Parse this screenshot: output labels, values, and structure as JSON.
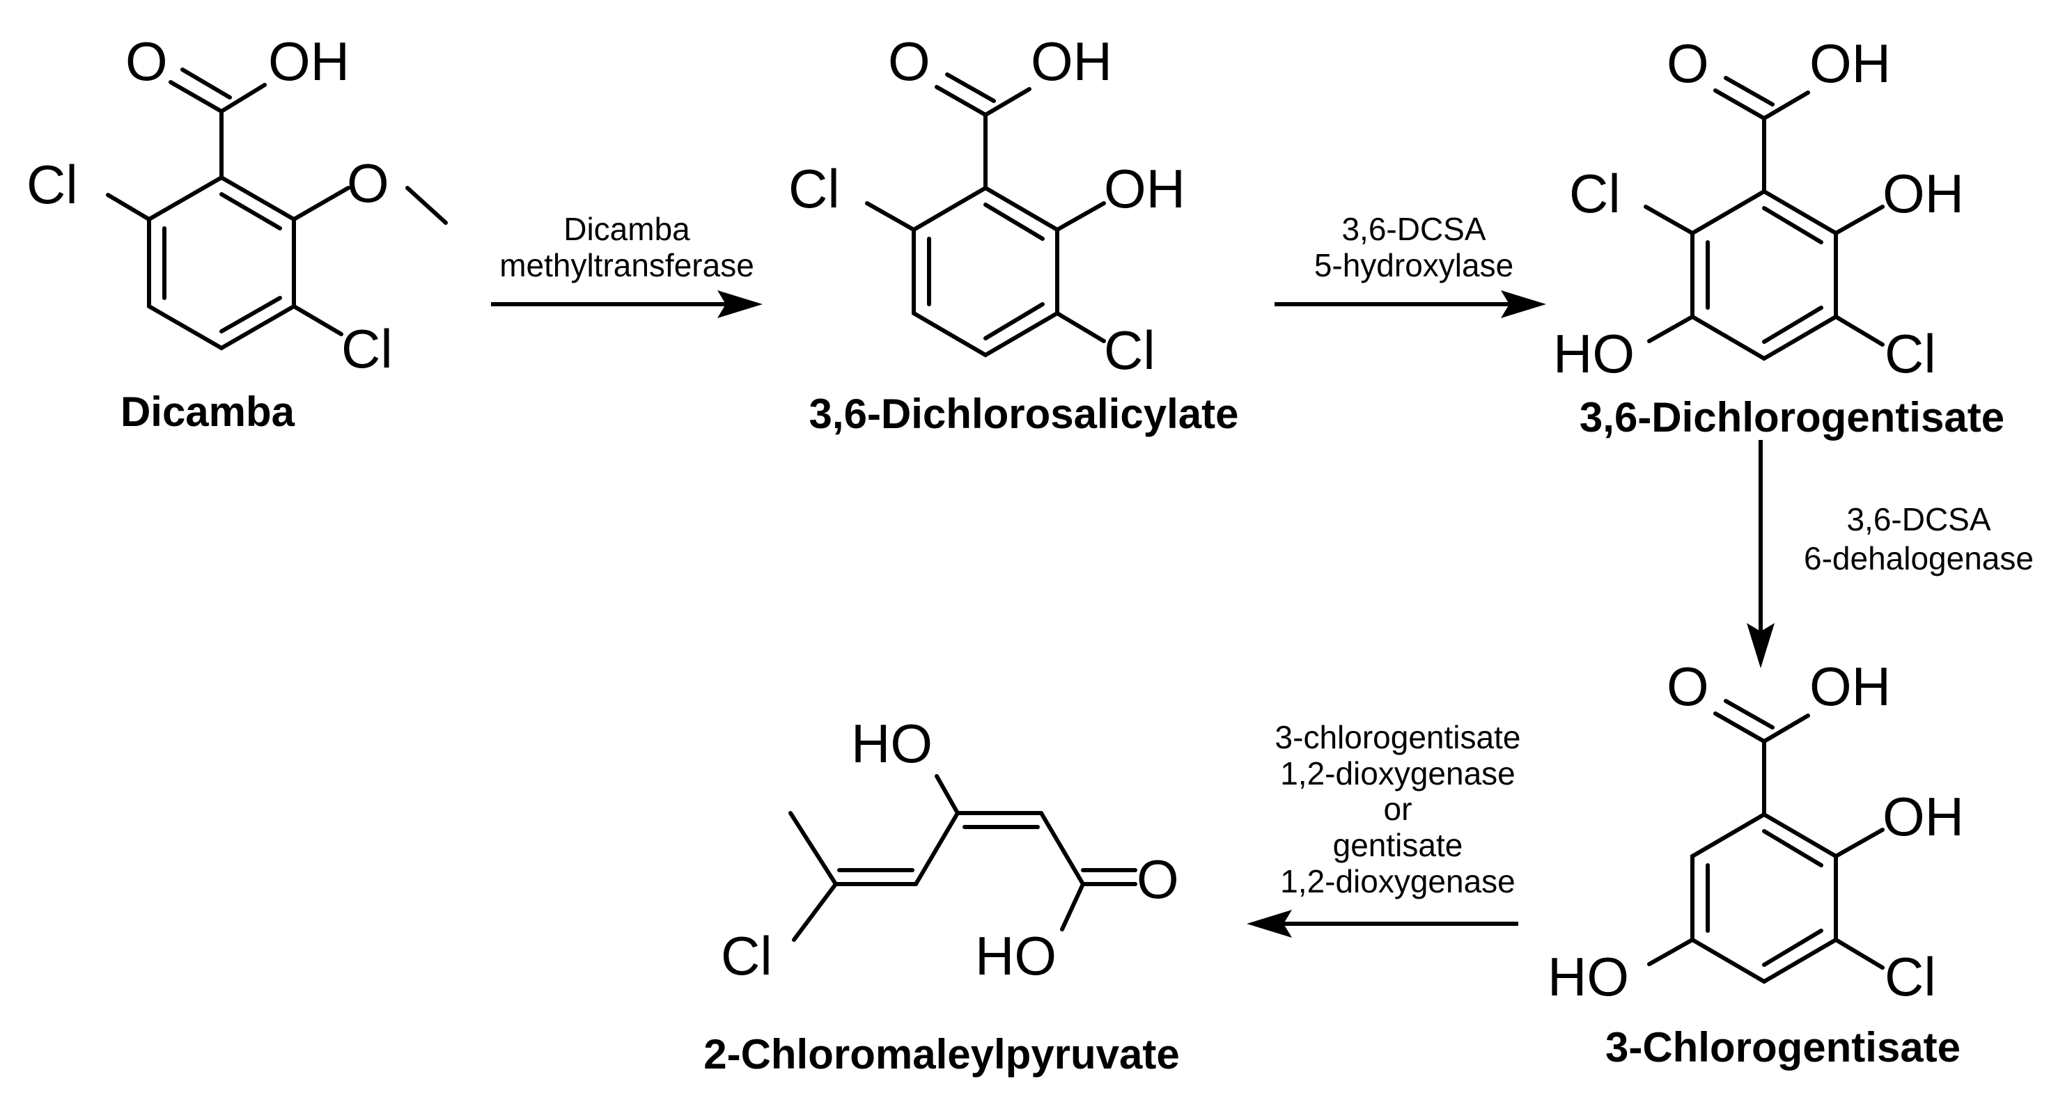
{
  "atoms": {
    "O": "O",
    "OH": "OH",
    "HO": "HO",
    "Cl": "Cl"
  },
  "compounds": {
    "dicamba": "Dicamba",
    "dichlorosalicylate": "3,6-Dichlorosalicylate",
    "dichlorogentisate": "3,6-Dichlorogentisate",
    "chlorogentisate": "3-Chlorogentisate",
    "chloromaleylpyruvate": "2-Chloromaleylpyruvate"
  },
  "enzymes": {
    "step1": [
      "Dicamba",
      "methyltransferase"
    ],
    "step2": [
      "3,6-DCSA",
      "5-hydroxylase"
    ],
    "step3": [
      "3,6-DCSA",
      "6-dehalogenase"
    ],
    "step4": [
      "3-chlorogentisate",
      "1,2-dioxygenase",
      "or",
      "gentisate",
      "1,2-dioxygenase"
    ]
  }
}
